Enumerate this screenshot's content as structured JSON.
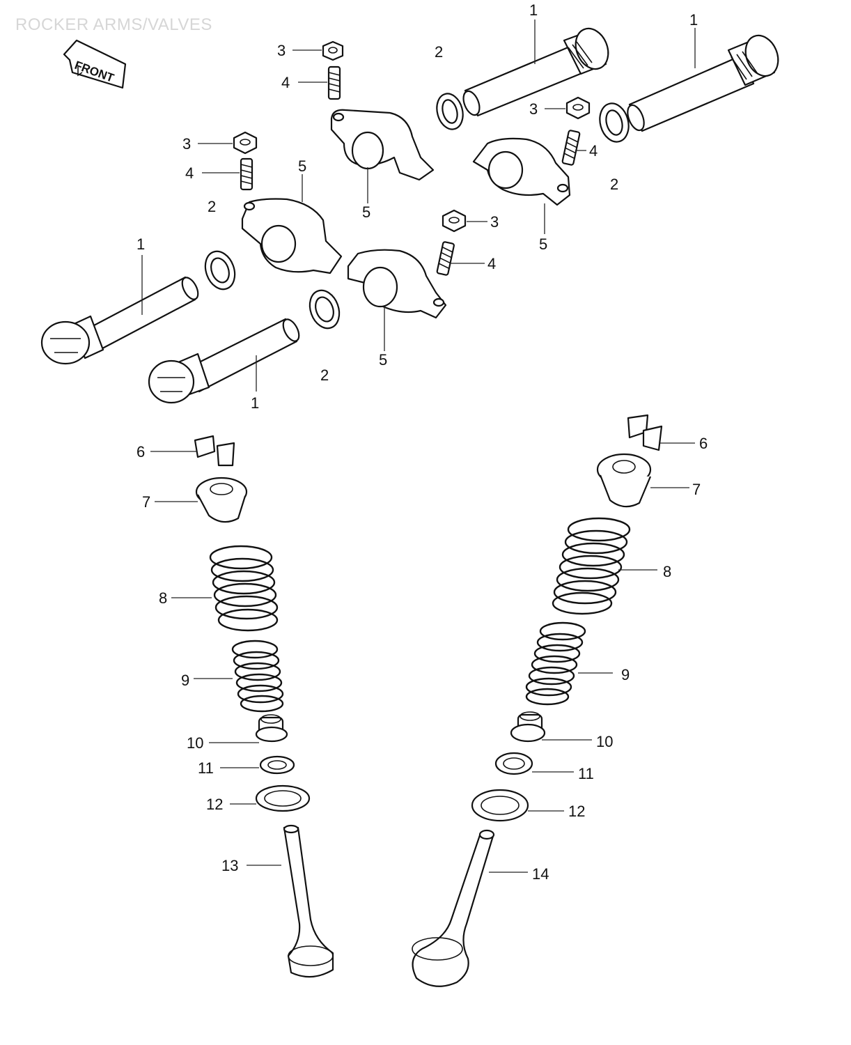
{
  "header": {
    "watermark": "ROCKER ARMS/VALVES"
  },
  "front_marker": {
    "label": "FRONT",
    "icon": "front-arrow-icon"
  },
  "callouts": [
    {
      "id": "c1a",
      "label": "1"
    },
    {
      "id": "c1b",
      "label": "1"
    },
    {
      "id": "c1c",
      "label": "1"
    },
    {
      "id": "c1d",
      "label": "1"
    },
    {
      "id": "c2a",
      "label": "2"
    },
    {
      "id": "c2b",
      "label": "2"
    },
    {
      "id": "c2c",
      "label": "2"
    },
    {
      "id": "c2d",
      "label": "2"
    },
    {
      "id": "c3a",
      "label": "3"
    },
    {
      "id": "c3b",
      "label": "3"
    },
    {
      "id": "c3c",
      "label": "3"
    },
    {
      "id": "c3d",
      "label": "3"
    },
    {
      "id": "c4a",
      "label": "4"
    },
    {
      "id": "c4b",
      "label": "4"
    },
    {
      "id": "c4c",
      "label": "4"
    },
    {
      "id": "c4d",
      "label": "4"
    },
    {
      "id": "c5a",
      "label": "5"
    },
    {
      "id": "c5b",
      "label": "5"
    },
    {
      "id": "c5c",
      "label": "5"
    },
    {
      "id": "c5d",
      "label": "5"
    },
    {
      "id": "c6a",
      "label": "6"
    },
    {
      "id": "c6b",
      "label": "6"
    },
    {
      "id": "c7a",
      "label": "7"
    },
    {
      "id": "c7b",
      "label": "7"
    },
    {
      "id": "c8a",
      "label": "8"
    },
    {
      "id": "c8b",
      "label": "8"
    },
    {
      "id": "c9a",
      "label": "9"
    },
    {
      "id": "c9b",
      "label": "9"
    },
    {
      "id": "c10a",
      "label": "10"
    },
    {
      "id": "c10b",
      "label": "10"
    },
    {
      "id": "c11a",
      "label": "11"
    },
    {
      "id": "c11b",
      "label": "11"
    },
    {
      "id": "c12a",
      "label": "12"
    },
    {
      "id": "c12b",
      "label": "12"
    },
    {
      "id": "c13",
      "label": "13"
    },
    {
      "id": "c14",
      "label": "14"
    }
  ]
}
